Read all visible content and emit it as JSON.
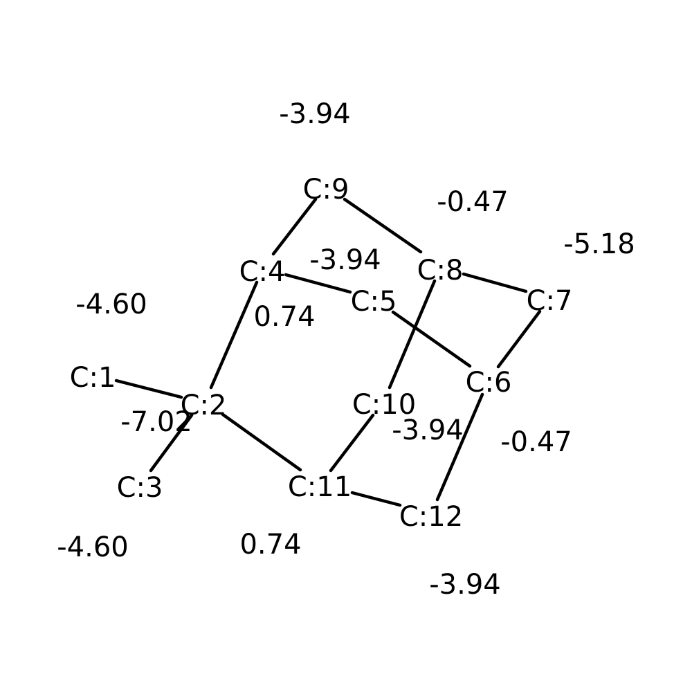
{
  "atoms": [
    {
      "id": "c1",
      "label": "C:1"
    },
    {
      "id": "c2",
      "label": "C:2"
    },
    {
      "id": "c3",
      "label": "C:3"
    },
    {
      "id": "c4",
      "label": "C:4"
    },
    {
      "id": "c5",
      "label": "C:5"
    },
    {
      "id": "c6",
      "label": "C:6"
    },
    {
      "id": "c7",
      "label": "C:7"
    },
    {
      "id": "c8",
      "label": "C:8"
    },
    {
      "id": "c9",
      "label": "C:9"
    },
    {
      "id": "c10",
      "label": "C:10"
    },
    {
      "id": "c11",
      "label": "C:11"
    },
    {
      "id": "c12",
      "label": "C:12"
    }
  ],
  "bonds": [
    [
      "C:1",
      "C:2"
    ],
    [
      "C:2",
      "C:3"
    ],
    [
      "C:2",
      "C:4"
    ],
    [
      "C:2",
      "C:11"
    ],
    [
      "C:4",
      "C:9"
    ],
    [
      "C:4",
      "C:5"
    ],
    [
      "C:9",
      "C:8"
    ],
    [
      "C:8",
      "C:7"
    ],
    [
      "C:8",
      "C:10"
    ],
    [
      "C:5",
      "C:6"
    ],
    [
      "C:7",
      "C:6"
    ],
    [
      "C:6",
      "C:12"
    ],
    [
      "C:10",
      "C:11"
    ],
    [
      "C:11",
      "C:12"
    ]
  ],
  "charges": {
    "c1": "-4.60",
    "c2": "-7.02",
    "c3": "-4.60",
    "c4": "0.74",
    "c5": "-3.94",
    "c6": "-0.47",
    "c7": "-5.18",
    "c8": "-0.47",
    "c9": "-3.94",
    "c10": "-3.94",
    "c11": "0.74",
    "c12": "-3.94"
  }
}
